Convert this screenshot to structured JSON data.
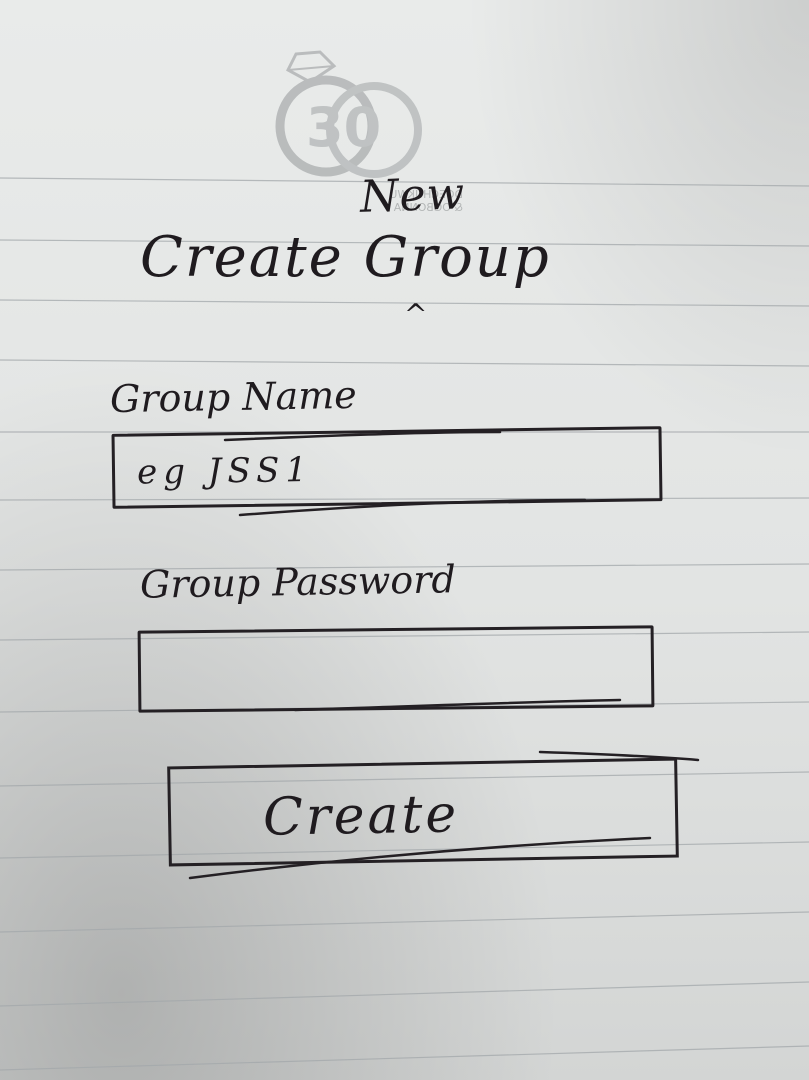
{
  "form": {
    "title_prefix": "New",
    "title": "Create  Group",
    "caret": "^",
    "group_name": {
      "label": "Group Name",
      "placeholder": "eg JSS1"
    },
    "group_password": {
      "label": "Group Password",
      "value": ""
    },
    "submit_label": "Create"
  },
  "watermark": {
    "icon": "ring-logo-icon",
    "text_line_1": "DGECHUKWU",
    "text_line_2": "& OGBONNA"
  },
  "colors": {
    "ink": "#1f1b1f",
    "paper": "#e6e8e7",
    "rule_line": "#9a9fa3"
  }
}
